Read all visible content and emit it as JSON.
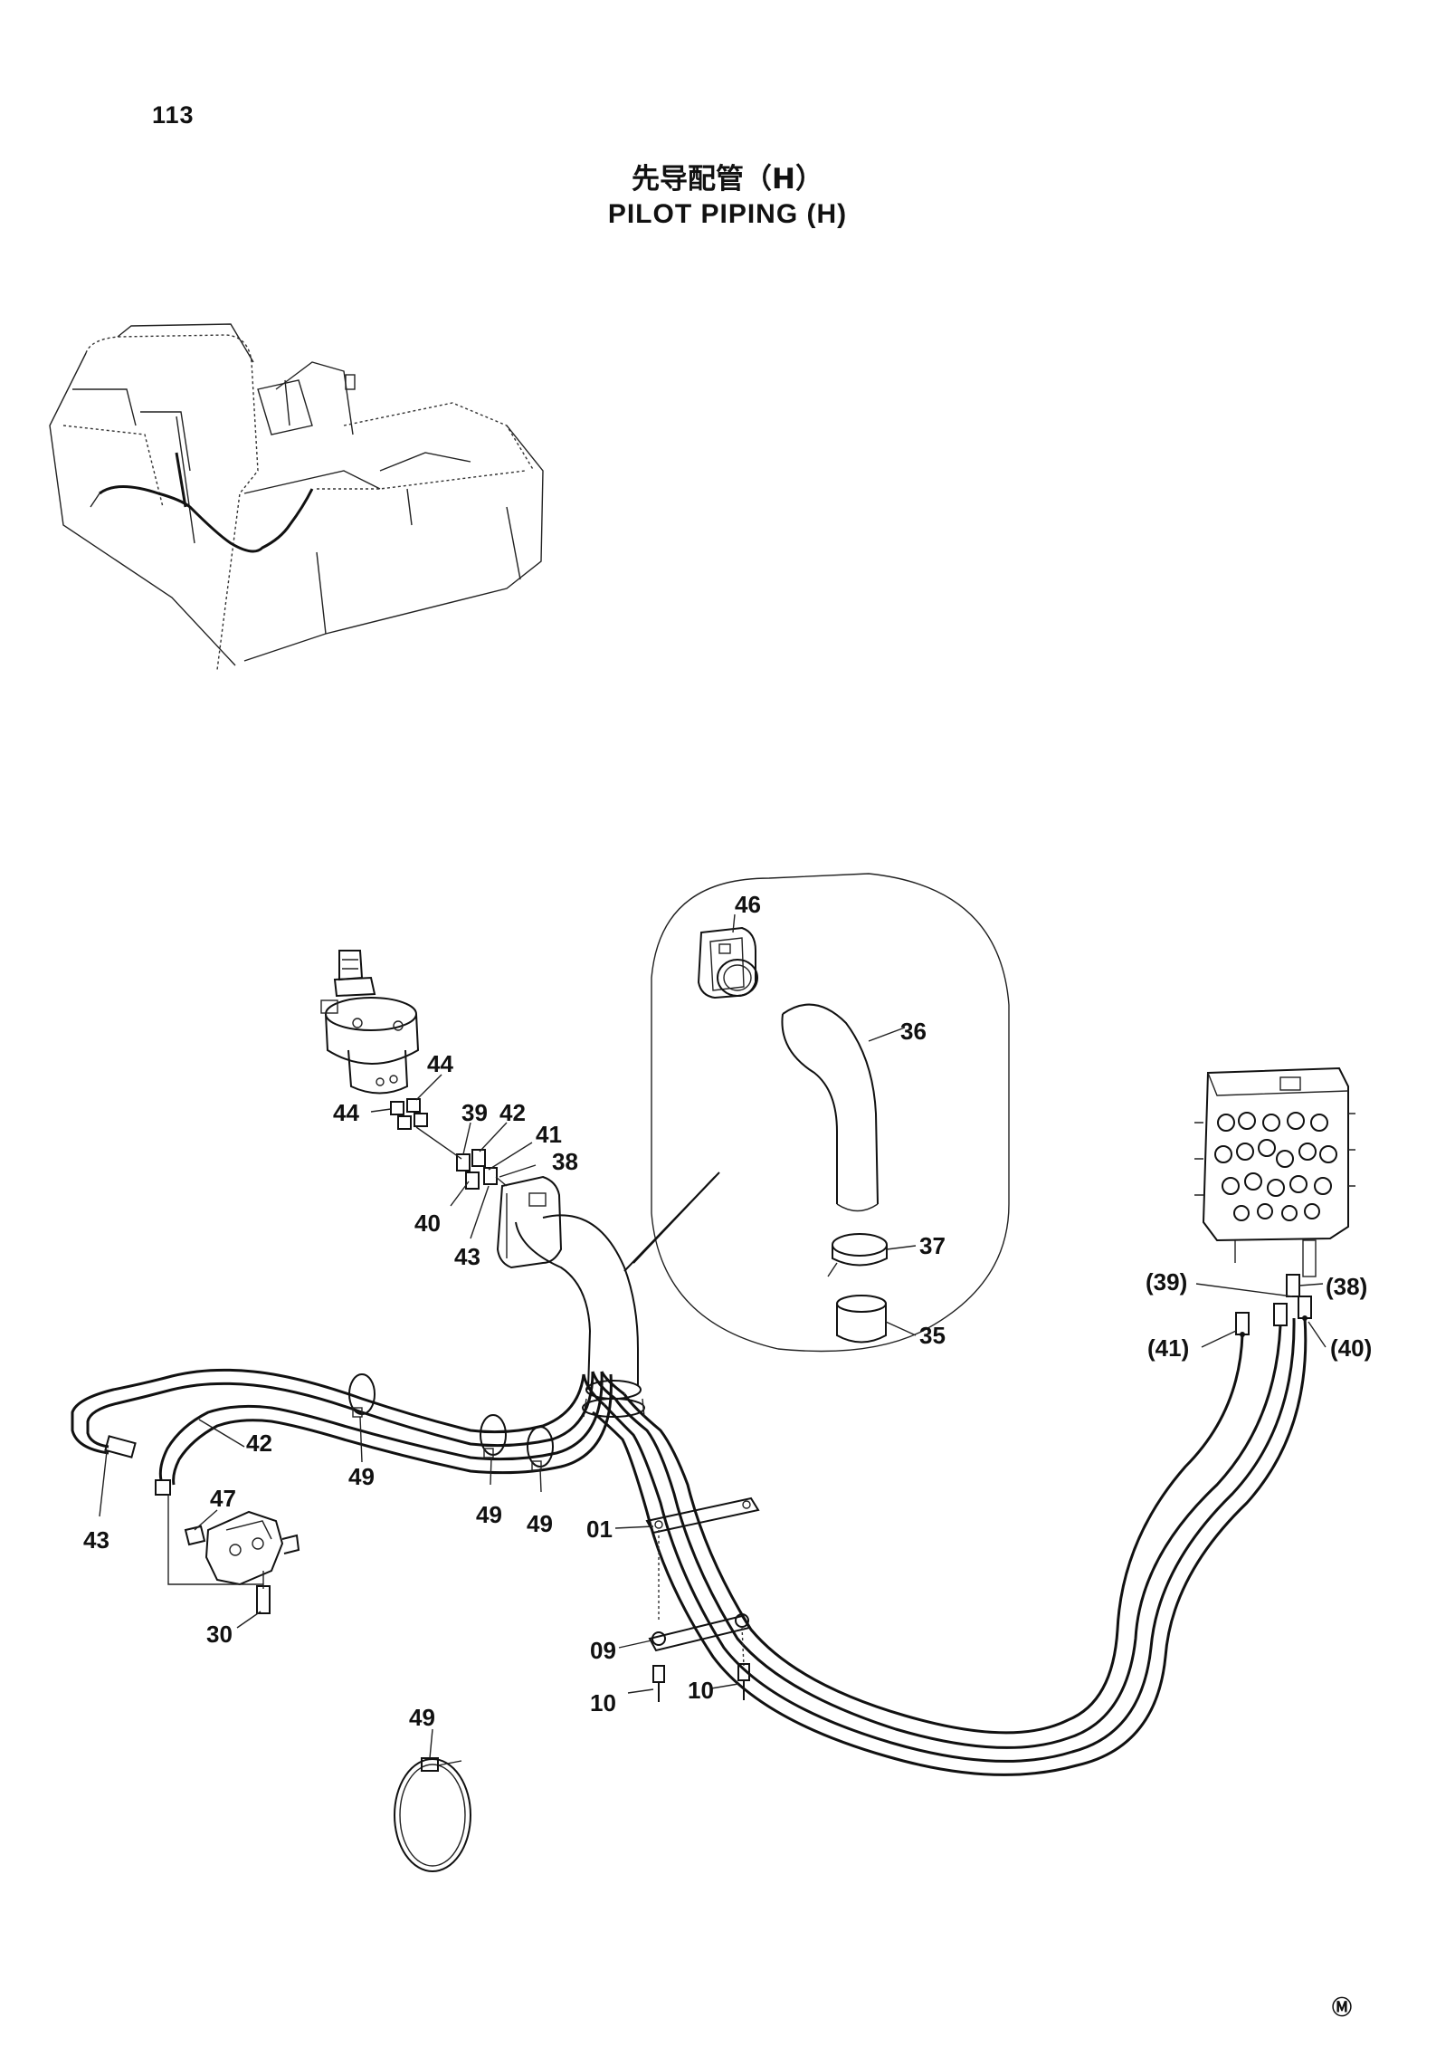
{
  "page_number": "113",
  "title_jp": "先导配管（H）",
  "title_en": "PILOT PIPING (H)",
  "callouts": {
    "c46": "46",
    "c36": "36",
    "c37": "37",
    "c35": "35",
    "c44a": "44",
    "c44b": "44",
    "c39": "39",
    "c42a": "42",
    "c41": "41",
    "c38": "38",
    "c40": "40",
    "c43a": "43",
    "c42b": "42",
    "c43b": "43",
    "c47": "47",
    "c30": "30",
    "c49a": "49",
    "c49b": "49",
    "c49c": "49",
    "c49d": "49",
    "c01": "01",
    "c09": "09",
    "c10a": "10",
    "c10b": "10",
    "r39": "(39)",
    "r38": "(38)",
    "r41": "(41)",
    "r40": "(40)"
  },
  "corner_mark": "Ⓜ"
}
